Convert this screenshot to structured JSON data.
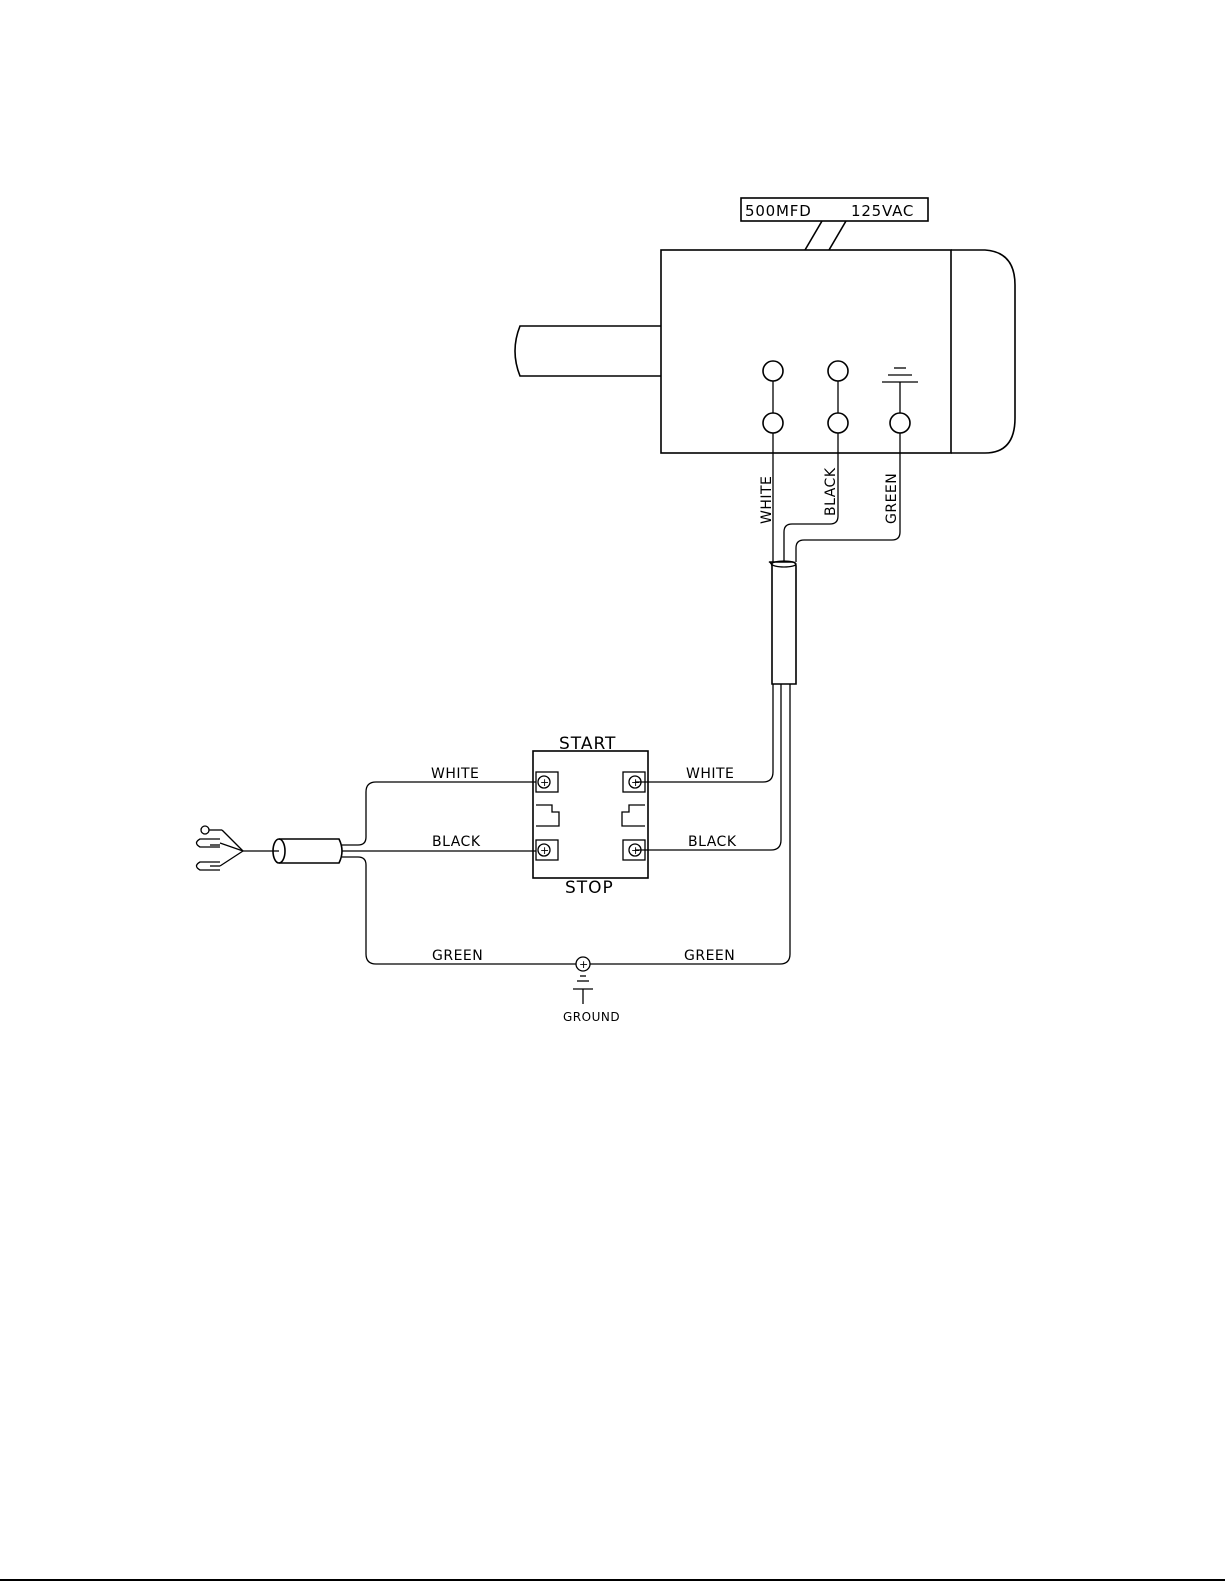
{
  "diagram": {
    "capacitor_label_1": "500MFD",
    "capacitor_label_2": "125VAC",
    "motor_wires": {
      "white": "WHITE",
      "black": "BLACK",
      "green": "GREEN"
    },
    "switch": {
      "top_label": "START",
      "bottom_label": "STOP"
    },
    "cord_wires": {
      "left_white": "WHITE",
      "left_black": "BLACK",
      "right_white": "WHITE",
      "right_black": "BLACK",
      "left_green": "GREEN",
      "right_green": "GREEN"
    },
    "ground_label": "GROUND"
  },
  "icons": [
    "motor",
    "capacitor",
    "switch",
    "plug",
    "ground-symbol",
    "terminal-screw"
  ]
}
